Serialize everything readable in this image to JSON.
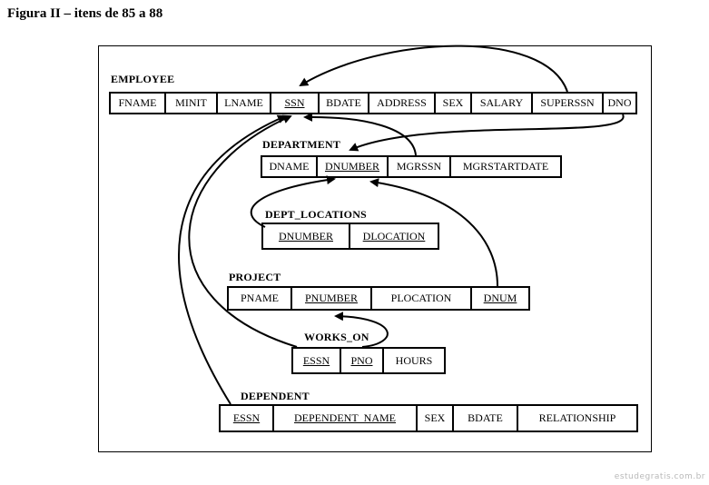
{
  "figure_title": "Figura II – itens de 85 a 88",
  "watermark": "estudegratis.com.br",
  "tables": {
    "employee": {
      "name": "EMPLOYEE",
      "fields": [
        {
          "label": "FNAME",
          "pk": false
        },
        {
          "label": "MINIT",
          "pk": false
        },
        {
          "label": "LNAME",
          "pk": false
        },
        {
          "label": "SSN",
          "pk": true
        },
        {
          "label": "BDATE",
          "pk": false
        },
        {
          "label": "ADDRESS",
          "pk": false
        },
        {
          "label": "SEX",
          "pk": false
        },
        {
          "label": "SALARY",
          "pk": false
        },
        {
          "label": "SUPERSSN",
          "pk": false
        },
        {
          "label": "DNO",
          "pk": false
        }
      ]
    },
    "department": {
      "name": "DEPARTMENT",
      "fields": [
        {
          "label": "DNAME",
          "pk": false
        },
        {
          "label": "DNUMBER",
          "pk": true
        },
        {
          "label": "MGRSSN",
          "pk": false
        },
        {
          "label": "MGRSTARTDATE",
          "pk": false
        }
      ]
    },
    "dept_locations": {
      "name": "DEPT_LOCATIONS",
      "fields": [
        {
          "label": "DNUMBER",
          "pk": true
        },
        {
          "label": "DLOCATION",
          "pk": true
        }
      ]
    },
    "project": {
      "name": "PROJECT",
      "fields": [
        {
          "label": "PNAME",
          "pk": false
        },
        {
          "label": "PNUMBER",
          "pk": true
        },
        {
          "label": "PLOCATION",
          "pk": false
        },
        {
          "label": "DNUM",
          "pk": true
        }
      ]
    },
    "works_on": {
      "name": "WORKS_ON",
      "fields": [
        {
          "label": "ESSN",
          "pk": true
        },
        {
          "label": "PNO",
          "pk": true
        },
        {
          "label": "HOURS",
          "pk": false
        }
      ]
    },
    "dependent": {
      "name": "DEPENDENT",
      "fields": [
        {
          "label": "ESSN",
          "pk": true
        },
        {
          "label": "DEPENDENT_NAME",
          "pk": true
        },
        {
          "label": "SEX",
          "pk": false
        },
        {
          "label": "BDATE",
          "pk": false
        },
        {
          "label": "RELATIONSHIP",
          "pk": false
        }
      ]
    }
  },
  "references": [
    {
      "from": "EMPLOYEE.SUPERSSN",
      "to": "EMPLOYEE.SSN"
    },
    {
      "from": "EMPLOYEE.DNO",
      "to": "DEPARTMENT.DNUMBER"
    },
    {
      "from": "DEPARTMENT.MGRSSN",
      "to": "EMPLOYEE.SSN"
    },
    {
      "from": "DEPT_LOCATIONS.DNUMBER",
      "to": "DEPARTMENT.DNUMBER"
    },
    {
      "from": "PROJECT.DNUM",
      "to": "DEPARTMENT.DNUMBER"
    },
    {
      "from": "WORKS_ON.ESSN",
      "to": "EMPLOYEE.SSN"
    },
    {
      "from": "WORKS_ON.PNO",
      "to": "PROJECT.PNUMBER"
    },
    {
      "from": "DEPENDENT.ESSN",
      "to": "EMPLOYEE.SSN"
    }
  ]
}
